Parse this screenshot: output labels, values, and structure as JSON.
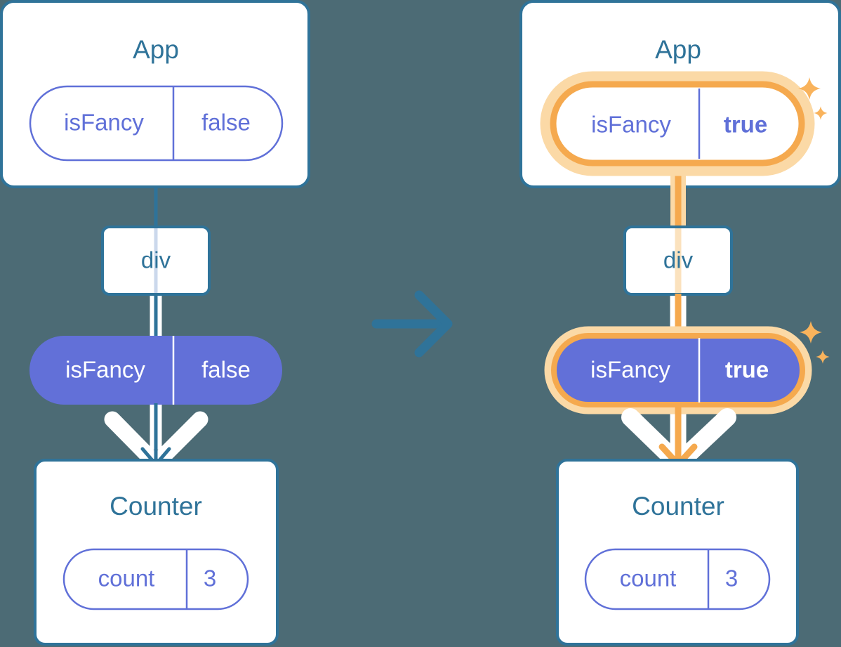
{
  "meta": {
    "background_color": "#4C6B75",
    "accent_blue": "#2F7399",
    "accent_purple": "#6270D8",
    "accent_orange": "#F5A94E",
    "accent_orange_glow": "#FBD9A6",
    "white": "#FFFFFF"
  },
  "panels": [
    {
      "id": "before",
      "app": {
        "title": "App",
        "state_pill": {
          "name": "isFancy",
          "value": "false",
          "style": "outline",
          "highlighted": false,
          "value_bold": false
        }
      },
      "div": {
        "label": "div"
      },
      "prop_pill": {
        "name": "isFancy",
        "value": "false",
        "style": "solid",
        "highlighted": false,
        "value_bold": false
      },
      "counter": {
        "title": "Counter",
        "state_pill": {
          "name": "count",
          "value": "3",
          "style": "outline",
          "highlighted": false,
          "value_bold": false
        }
      },
      "connector_color": "#2F7399",
      "sparkles": false
    },
    {
      "id": "after",
      "app": {
        "title": "App",
        "state_pill": {
          "name": "isFancy",
          "value": "true",
          "style": "outline",
          "highlighted": true,
          "value_bold": true
        }
      },
      "div": {
        "label": "div"
      },
      "prop_pill": {
        "name": "isFancy",
        "value": "true",
        "style": "solid",
        "highlighted": true,
        "value_bold": true
      },
      "counter": {
        "title": "Counter",
        "state_pill": {
          "name": "count",
          "value": "3",
          "style": "outline",
          "highlighted": false,
          "value_bold": false
        }
      },
      "connector_color": "#F5A94E",
      "sparkles": true
    }
  ],
  "transition_arrow": {
    "icon": "arrow-right-icon",
    "color": "#2F7399"
  }
}
